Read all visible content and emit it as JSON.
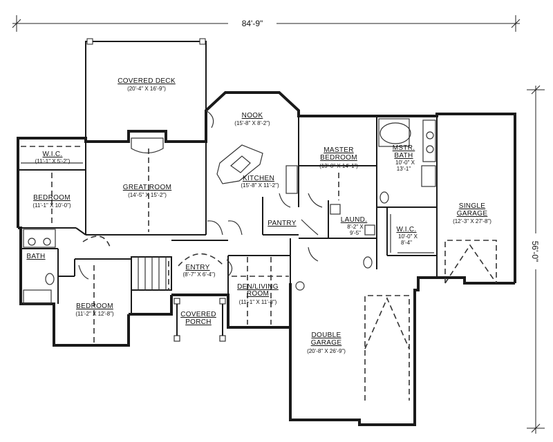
{
  "dimensions": {
    "overall_width": "84'-9\"",
    "overall_depth": "56'-0\""
  },
  "rooms": {
    "covered_deck": {
      "name": "COVERED DECK",
      "size": "(20'-4\" X 16'-9\")"
    },
    "nook": {
      "name": "NOOK",
      "size": "(15'-8\" X 8'-2\")"
    },
    "wic_left": {
      "name": "W.I.C.",
      "size": "(11'-1\" X 5'-2\")"
    },
    "great_room": {
      "name": "GREAT ROOM",
      "size": "(14'-5\" X 15'-2\")"
    },
    "kitchen": {
      "name": "KITCHEN",
      "size": "(15'-8\" X 11'-2\")"
    },
    "master_bedroom": {
      "name": "MASTER BEDROOM",
      "line1": "MASTER",
      "line2": "BEDROOM",
      "size": "(13'-0\" X 14'-1\")"
    },
    "mstr_bath": {
      "name": "MSTR. BATH",
      "line1": "MSTR.",
      "line2": "BATH",
      "size1": "10'-0\" X",
      "size2": "13'-1\""
    },
    "bedroom_left": {
      "name": "BEDROOM",
      "size": "(11'-1\" X 10'-0\")"
    },
    "pantry": {
      "name": "PANTRY"
    },
    "laund": {
      "name": "LAUND.",
      "size1": "8'-2\" X",
      "size2": "9'-5\""
    },
    "wic_right": {
      "name": "W.I.C.",
      "size1": "10'-0\" X",
      "size2": "8'-4\""
    },
    "single_garage": {
      "name": "SINGLE GARAGE",
      "line1": "SINGLE",
      "line2": "GARAGE",
      "size": "(12'-3\" X 27'-8\")"
    },
    "bath": {
      "name": "BATH"
    },
    "entry": {
      "name": "ENTRY",
      "size": "(8'-7\" X 6'-4\")"
    },
    "den": {
      "name": "DEN/LIVING ROOM",
      "line1": "DEN/LIVING",
      "line2": "ROOM",
      "size": "(11'-1\" X 11'-8\")"
    },
    "bedroom_bottom": {
      "name": "BEDROOM",
      "size": "(11'-2\" X 12'-8\")"
    },
    "covered_porch": {
      "name": "COVERED PORCH",
      "line1": "COVERED",
      "line2": "PORCH"
    },
    "double_garage": {
      "name": "DOUBLE GARAGE",
      "line1": "DOUBLE",
      "line2": "GARAGE",
      "size": "(20'-8\" X 26'-9\")"
    }
  }
}
